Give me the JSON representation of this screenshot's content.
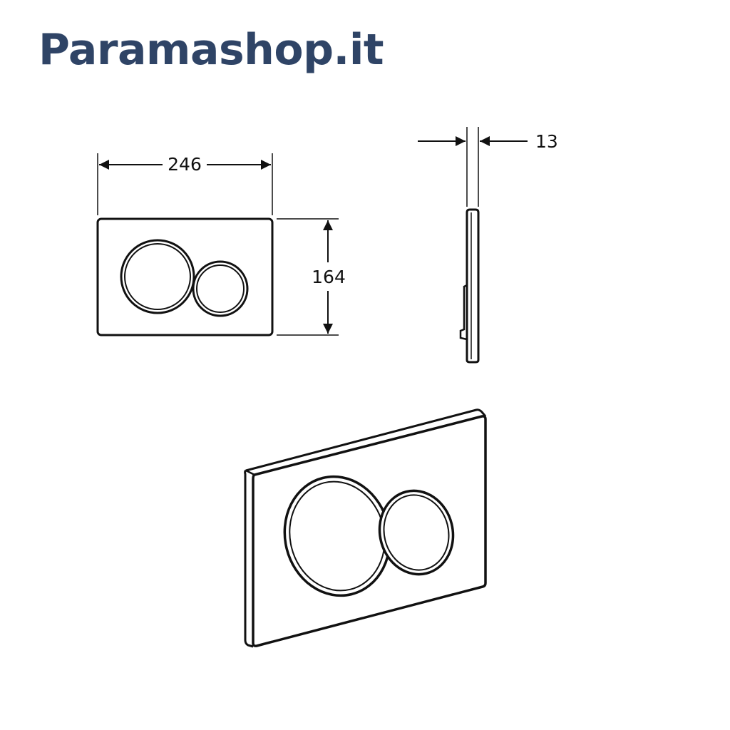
{
  "brand": {
    "text": "Paramashop.it",
    "color": "#2f4466"
  },
  "dimensions": {
    "width": "246",
    "height": "164",
    "depth": "13"
  },
  "line_color": "#111111"
}
